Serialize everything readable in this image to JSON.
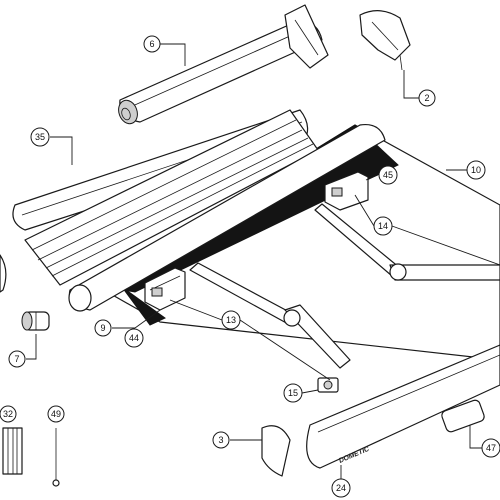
{
  "brand_label": "DOMETIC",
  "callouts": [
    {
      "label": "6"
    },
    {
      "label": "2"
    },
    {
      "label": "35"
    },
    {
      "label": "10"
    },
    {
      "label": "45"
    },
    {
      "label": "14"
    },
    {
      "label": "13"
    },
    {
      "label": "9"
    },
    {
      "label": "44"
    },
    {
      "label": "7"
    },
    {
      "label": "15"
    },
    {
      "label": "32"
    },
    {
      "label": "49"
    },
    {
      "label": "3"
    },
    {
      "label": "24"
    },
    {
      "label": "47"
    }
  ]
}
